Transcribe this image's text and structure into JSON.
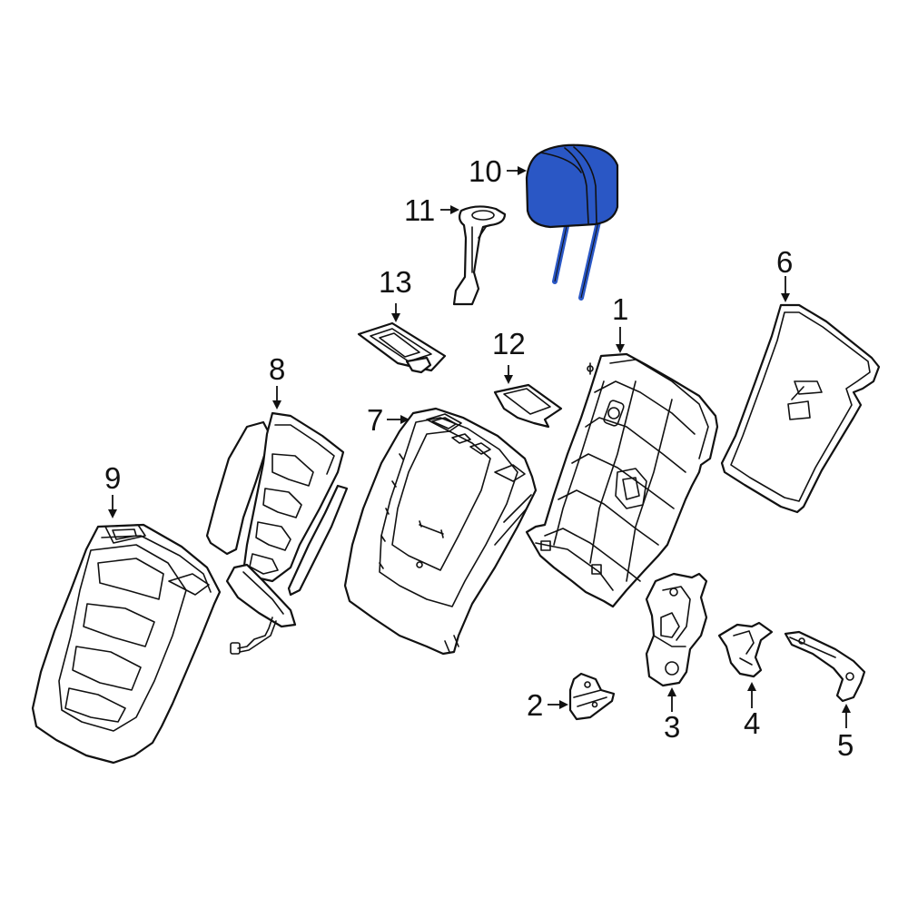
{
  "highlight_color": "#2a57c5",
  "callouts": {
    "c1": "1",
    "c2": "2",
    "c3": "3",
    "c4": "4",
    "c5": "5",
    "c6": "6",
    "c7": "7",
    "c8": "8",
    "c9": "9",
    "c10": "10",
    "c11": "11",
    "c12": "12",
    "c13": "13"
  }
}
